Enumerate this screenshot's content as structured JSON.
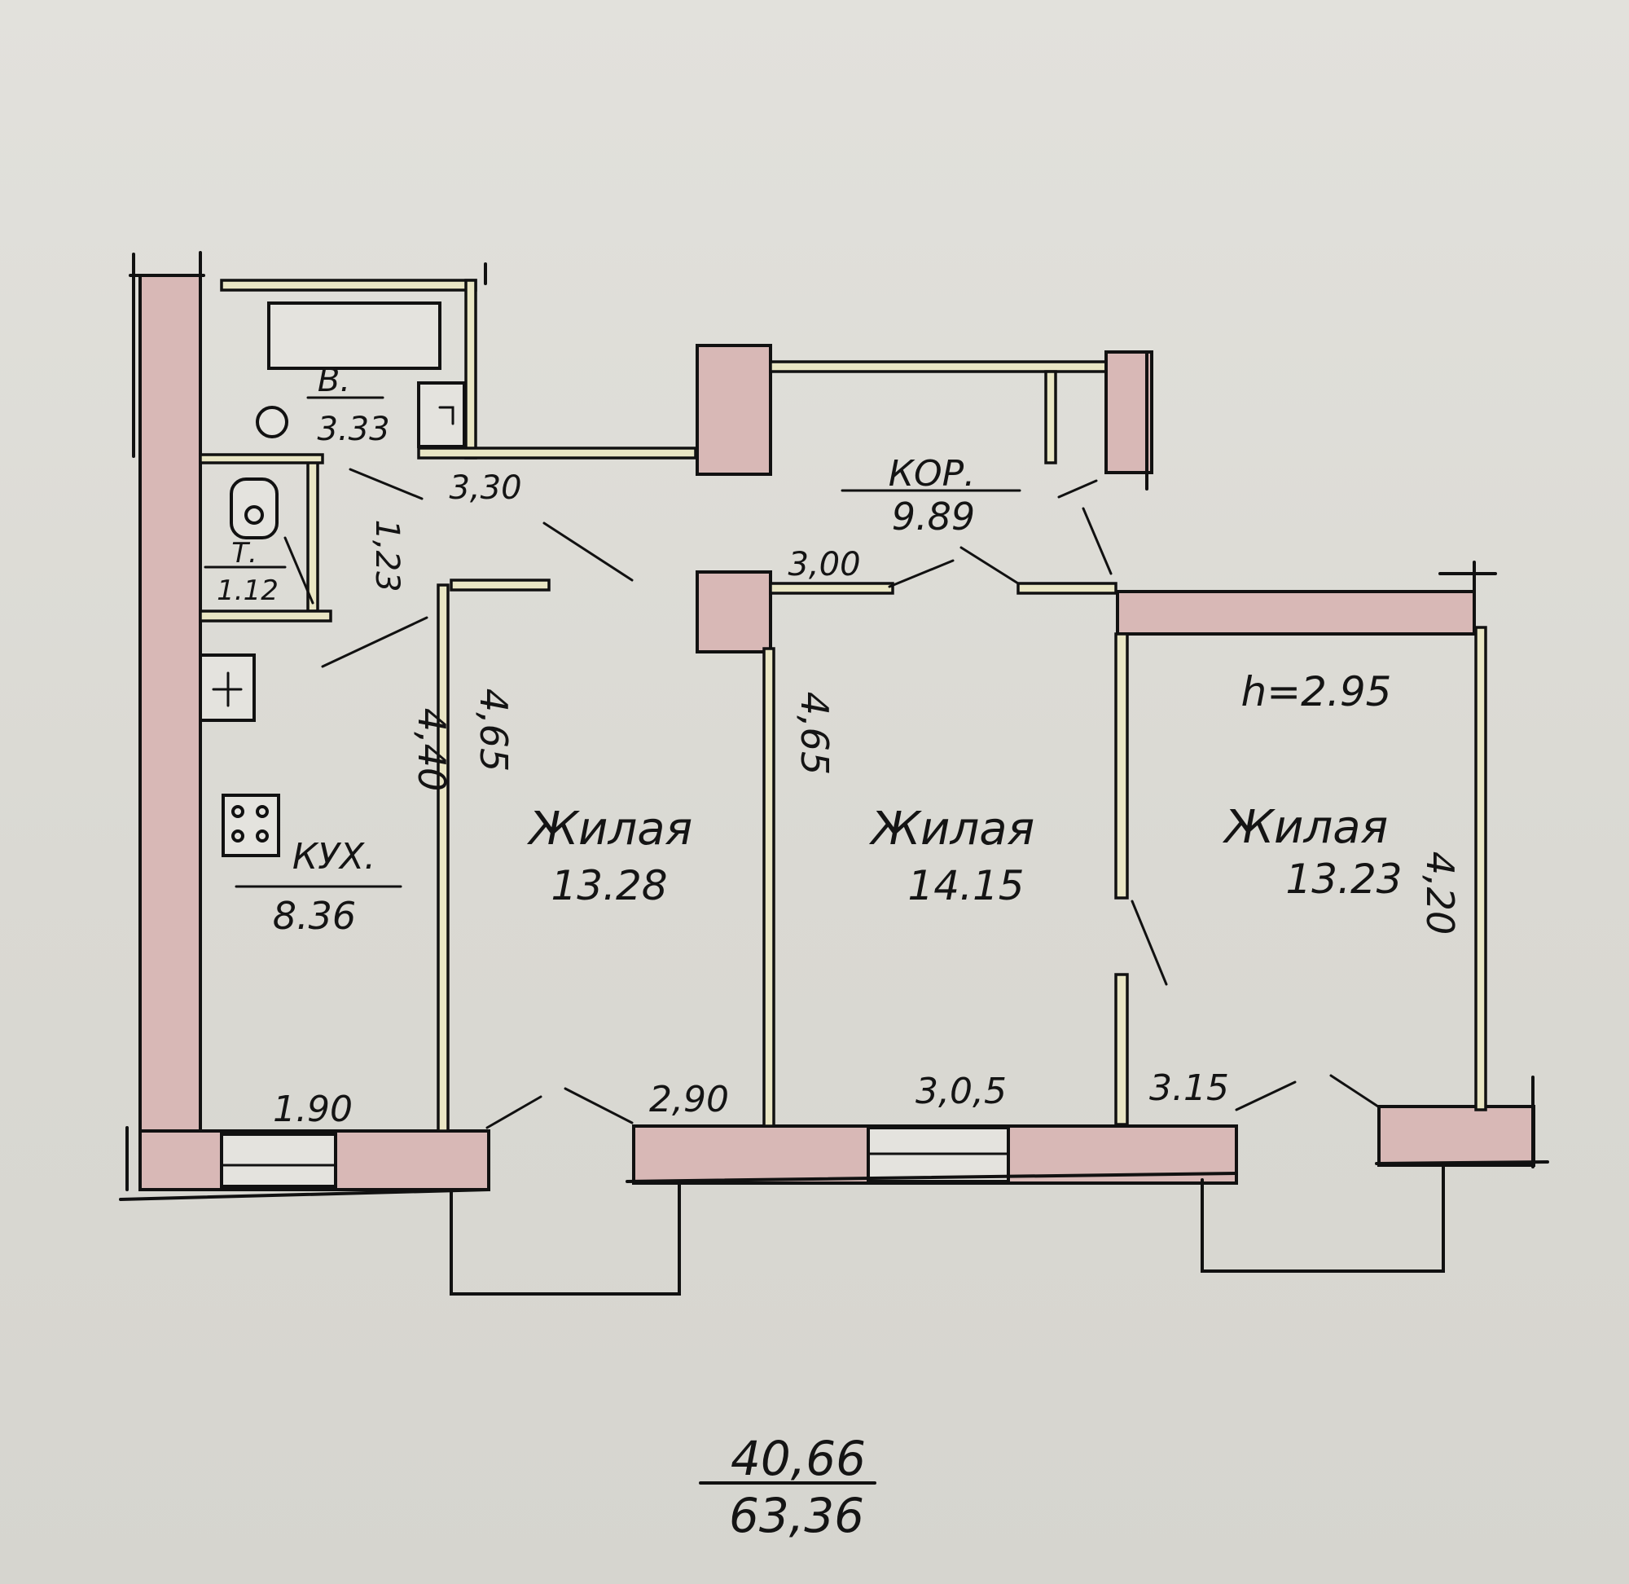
{
  "rooms": {
    "bath": {
      "label": "В.",
      "area": "3.33"
    },
    "toilet": {
      "label": "Т.",
      "area": "1.12"
    },
    "kitchen": {
      "label": "КУХ.",
      "area": "8.36"
    },
    "corridor": {
      "label": "КОР.",
      "area": "9.89"
    },
    "living1": {
      "label": "Жилая",
      "area": "13.28"
    },
    "living2": {
      "label": "Жилая",
      "area": "14.15"
    },
    "living3": {
      "label": "Жилая",
      "area": "13.23"
    }
  },
  "dimensions": {
    "bath_len": "3,30",
    "toilet_len": "1,23",
    "kitchen_len1": "4,40",
    "kitchen_len2": "4,65",
    "room2_len": "4,65",
    "corr_width": "3,00",
    "kitchen_width": "1.90",
    "room1_width": "2,90",
    "room2_width": "3,0,5",
    "room3_width": "3.15",
    "room3_len": "4,20",
    "ceiling": "h=2.95"
  },
  "totals": {
    "living": "40,66",
    "total": "63,36"
  }
}
